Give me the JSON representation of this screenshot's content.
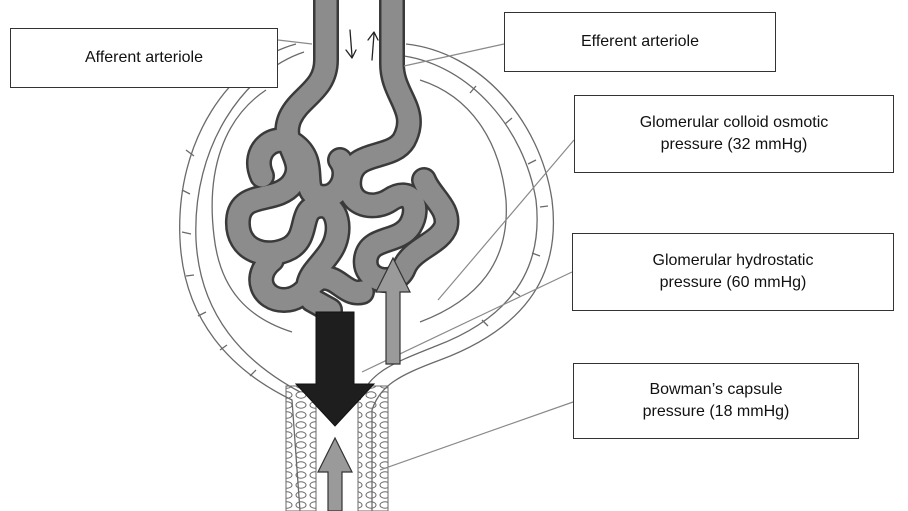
{
  "labels": {
    "afferent": "Afferent arteriole",
    "efferent": "Efferent arteriole",
    "colloid": [
      "Glomerular colloid osmotic",
      "pressure (32 mmHg)"
    ],
    "hydrostatic": [
      "Glomerular hydrostatic",
      "pressure (60 mmHg)"
    ],
    "bowman": [
      "Bowman’s capsule",
      "pressure (18 mmHg)"
    ]
  },
  "colors": {
    "vessel_fill": "#8c8c8c",
    "vessel_edge": "#3a3a3a",
    "capsule_line": "#6a6a6a",
    "hydrostatic_arrow": "#1e1e1e",
    "opposing_arrows": "#9a9a9a",
    "leader_lines": "#8a8a8a"
  }
}
